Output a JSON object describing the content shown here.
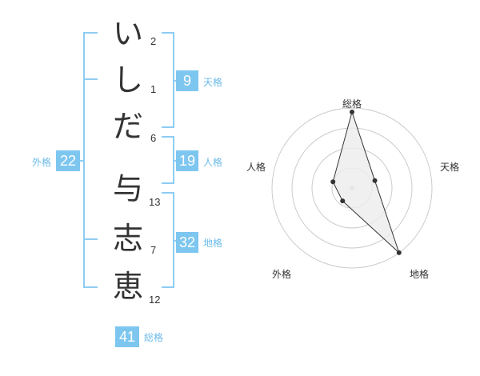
{
  "name_characters": [
    {
      "char": "い",
      "strokes": "2"
    },
    {
      "char": "し",
      "strokes": "1"
    },
    {
      "char": "だ",
      "strokes": "6"
    },
    {
      "char": "与",
      "strokes": "13"
    },
    {
      "char": "志",
      "strokes": "7"
    },
    {
      "char": "恵",
      "strokes": "12"
    }
  ],
  "fortune": {
    "tenkaku": {
      "value": "9",
      "label": "天格"
    },
    "jinkaku": {
      "value": "19",
      "label": "人格"
    },
    "chikaku": {
      "value": "32",
      "label": "地格"
    },
    "gaikaku": {
      "value": "22",
      "label": "外格"
    },
    "soukaku": {
      "value": "41",
      "label": "総格"
    }
  },
  "chart_data": {
    "type": "radar",
    "axes": [
      "総格",
      "天格",
      "地格",
      "外格",
      "人格"
    ],
    "values": [
      0.95,
      0.3,
      1.0,
      0.2,
      0.25
    ],
    "rings": 4,
    "colors": {
      "fill": "#ececec",
      "line": "#333333",
      "grid": "#cccccc"
    }
  }
}
